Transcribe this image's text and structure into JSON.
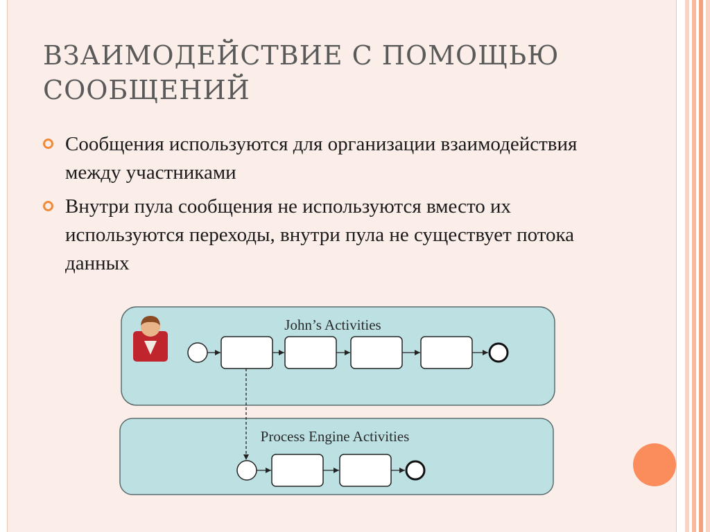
{
  "slide": {
    "title": "Взаимодействие с помощью сообщений",
    "bullets": [
      "Сообщения используются для организации взаимодействия между участниками",
      "Внутри пула сообщения не используются вместо их используются переходы, внутри пула не существует потока данных"
    ]
  },
  "diagram": {
    "pools": [
      {
        "label": "John’s Activities",
        "fill": "#bde1e3",
        "tasks": 4,
        "has_participant_icon": true
      },
      {
        "label": "Process Engine Activities",
        "fill": "#bde1e3",
        "tasks": 2,
        "has_participant_icon": false
      }
    ],
    "message_flow": {
      "from": "John’s Activities: task 1",
      "to": "Process Engine Activities: start event",
      "style": "dashed"
    }
  },
  "theme": {
    "accent": "#fb8c5c",
    "bullet_color": "#f08a3c",
    "stripe_colors": [
      "#fbd3c2",
      "#f9b79c",
      "#f7a07c"
    ]
  }
}
